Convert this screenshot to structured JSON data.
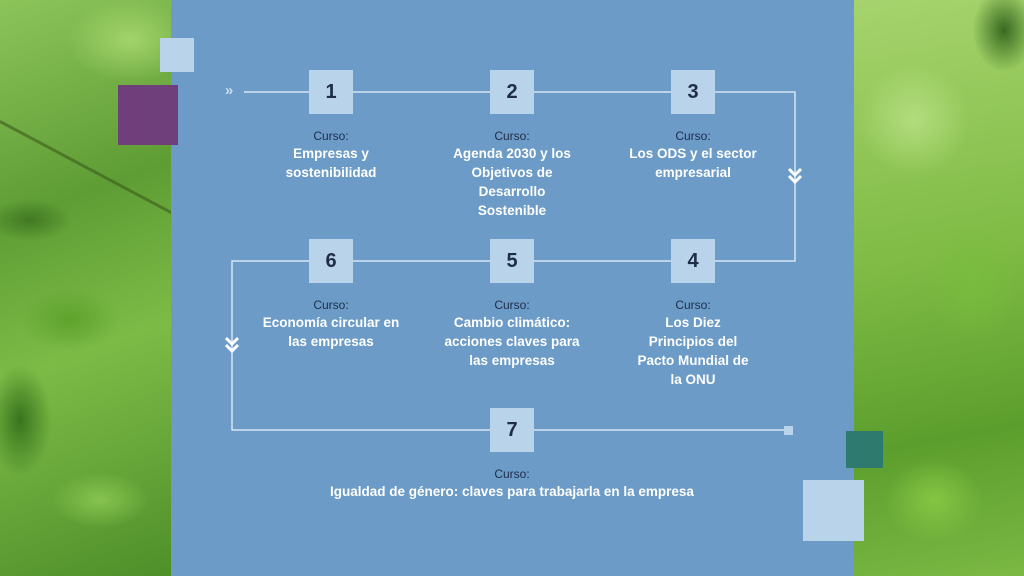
{
  "steps": [
    {
      "number": "1",
      "label": "Curso:",
      "title": "Empresas y sostenibilidad"
    },
    {
      "number": "2",
      "label": "Curso:",
      "title": "Agenda 2030 y los Objetivos de Desarrollo Sostenible"
    },
    {
      "number": "3",
      "label": "Curso:",
      "title": "Los ODS y el sector empresarial"
    },
    {
      "number": "4",
      "label": "Curso:",
      "title": "Los Diez Principios del Pacto Mundial de la ONU"
    },
    {
      "number": "5",
      "label": "Curso:",
      "title": "Cambio climático: acciones claves para las empresas"
    },
    {
      "number": "6",
      "label": "Curso:",
      "title": "Economía circular en las empresas"
    },
    {
      "number": "7",
      "label": "Curso:",
      "title": "Igualdad de género: claves para trabajarla en la empresa"
    }
  ],
  "colors": {
    "panel": "#6b9bc6",
    "box": "#b8d3ea",
    "number_text": "#1f2d4a",
    "purple_square": "#6e3f7a",
    "teal_square": "#2f7a6e"
  },
  "icons": {
    "start": "double-chevron-right-icon",
    "down": "double-chevron-down-icon"
  }
}
